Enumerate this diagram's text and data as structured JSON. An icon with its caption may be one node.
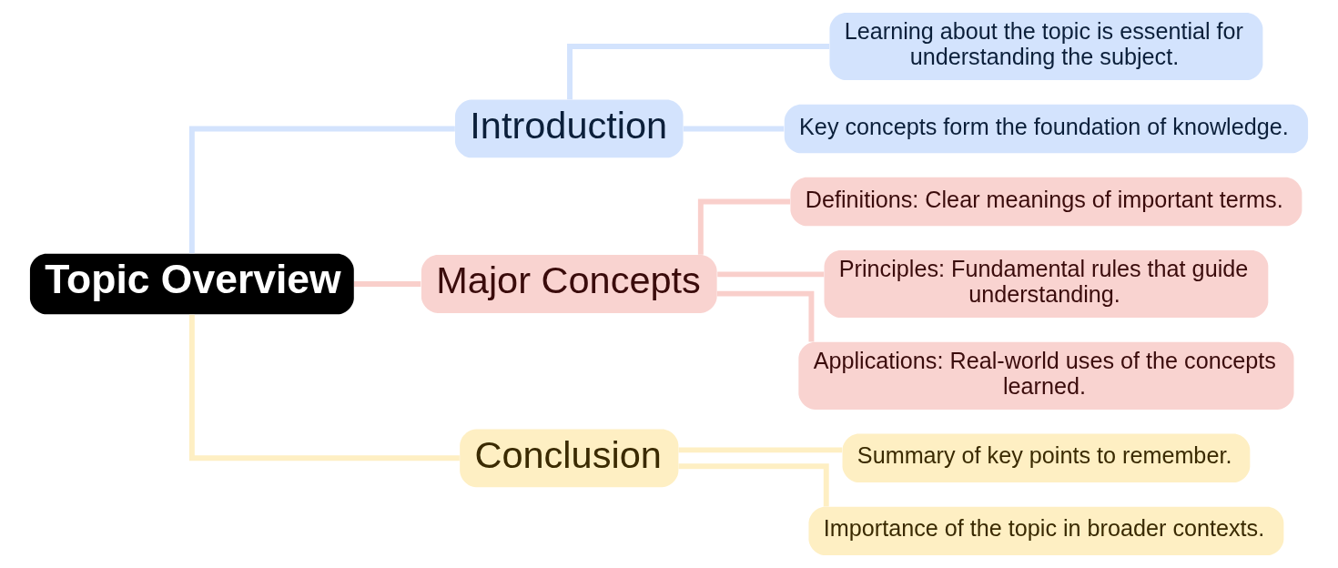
{
  "diagram": {
    "nodes": [
      {
        "text": [
          "Topic Overview"
        ]
      },
      {
        "text": [
          "Introduction"
        ]
      },
      {
        "text": [
          "Learning about the topic is essential for understanding the subject."
        ]
      },
      {
        "text": [
          "Key concepts form the foundation of knowledge."
        ]
      },
      {
        "text": [
          "Major Concepts"
        ]
      },
      {
        "text": [
          "Definitions: Clear meanings of important terms."
        ]
      },
      {
        "text": [
          "Principles: Fundamental rules that guide understanding."
        ]
      },
      {
        "text": [
          "Applications: Real-world uses of the concepts learned."
        ]
      },
      {
        "text": [
          "Conclusion"
        ]
      },
      {
        "text": [
          "Summary of key points to remember."
        ]
      },
      {
        "text": [
          "Importance of the topic in broader contexts."
        ]
      }
    ],
    "edges": [
      {
        "from": 0,
        "to": 1,
        "arrow": "none",
        "color": "#d3e3fd"
      },
      {
        "from": 1,
        "to": 2,
        "arrow": "none",
        "color": "#d3e3fd"
      },
      {
        "from": 1,
        "to": 3,
        "arrow": "none",
        "color": "#d3e3fd"
      },
      {
        "from": 0,
        "to": 4,
        "arrow": "none"
      },
      {
        "from": 4,
        "to": 5,
        "arrow": "none"
      },
      {
        "from": 4,
        "to": 6,
        "arrow": "none"
      },
      {
        "from": 4,
        "to": 7,
        "arrow": "none"
      },
      {
        "from": 0,
        "to": 8,
        "arrow": "none",
        "color": "#feefc3"
      },
      {
        "from": 8,
        "to": 9,
        "arrow": "none",
        "color": "#feefc3"
      },
      {
        "from": 8,
        "to": 10,
        "arrow": "none",
        "color": "#feefc3"
      }
    ]
  }
}
